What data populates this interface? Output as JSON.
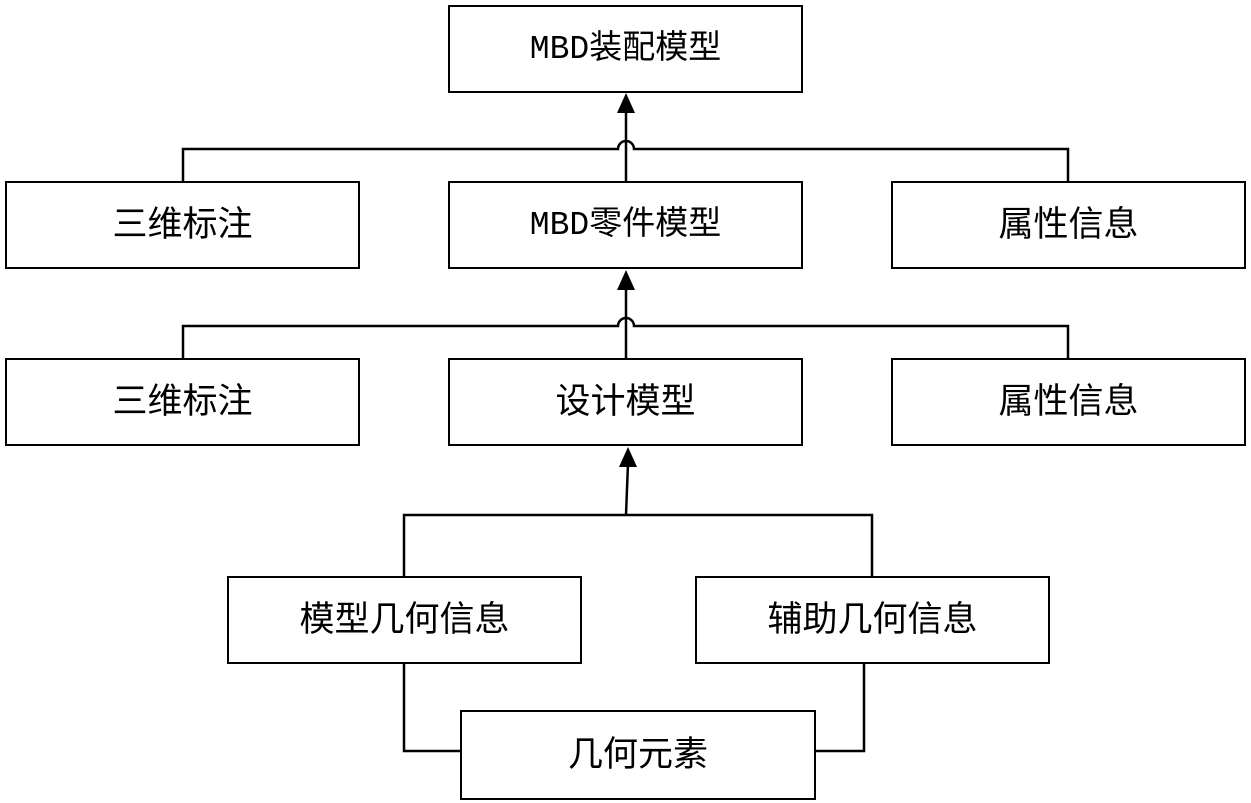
{
  "diagram": {
    "level1": {
      "assembly": "MBD装配模型"
    },
    "level2": {
      "annotation": "三维标注",
      "part_model": "MBD零件模型",
      "attributes": "属性信息"
    },
    "level3": {
      "annotation": "三维标注",
      "design_model": "设计模型",
      "attributes": "属性信息"
    },
    "level4": {
      "model_geometry": "模型几何信息",
      "aux_geometry": "辅助几何信息"
    },
    "level5": {
      "elements": "几何元素"
    }
  }
}
